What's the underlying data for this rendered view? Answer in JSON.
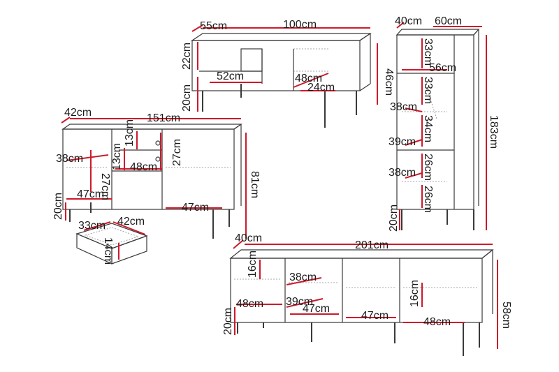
{
  "coffee_table": {
    "depth": "55cm",
    "width": "100cm",
    "shelf_gap": "22cm",
    "leg_height": "20cm",
    "height": "46cm",
    "inner_width": "52cm",
    "inner_depth": "48cm",
    "inner_small": "24cm"
  },
  "sideboard": {
    "depth": "42cm",
    "width": "151cm",
    "height": "81cm",
    "drawer_h": "13cm",
    "top_shelf_h": "13cm",
    "comp_h": "27cm",
    "comp_h2": "27cm",
    "left_depth": "38cm",
    "drawer_w": "48cm",
    "left_w": "47cm",
    "right_w": "47cm",
    "leg_height": "20cm",
    "drawer_depth": "33cm",
    "drawer_width": "42cm",
    "drawer_height": "14cm"
  },
  "bookcase": {
    "depth": "40cm",
    "width": "60cm",
    "height": "183cm",
    "s1": "33cm",
    "s2": "56cm",
    "s3": "33cm",
    "d1": "38cm",
    "s4": "34cm",
    "d2": "39cm",
    "s5": "26cm",
    "d3": "38cm",
    "s6": "26cm",
    "leg_height": "20cm"
  },
  "tv_bench": {
    "depth": "40cm",
    "width": "201cm",
    "shelf_h": "16cm",
    "inner_d1": "38cm",
    "inner_d2": "39cm",
    "w1": "48cm",
    "w2": "47cm",
    "w3": "47cm",
    "w4": "48cm",
    "shelf_h2": "16cm",
    "leg_height": "20cm",
    "height": "58cm"
  }
}
